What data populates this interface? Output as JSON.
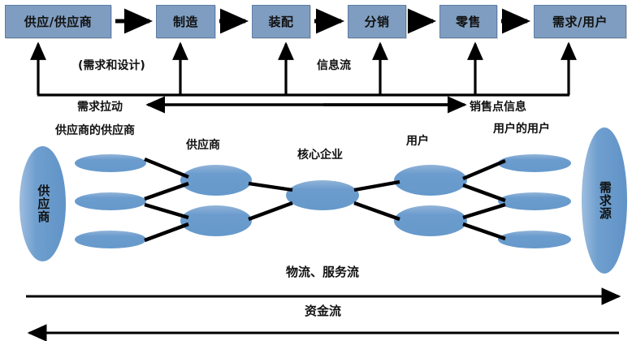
{
  "diagram": {
    "title": "supply-chain-flow-diagram",
    "colors": {
      "box_fill": "#7f9dc0",
      "box_border": "#5d7ea8",
      "ellipse_fill": "#6699cb",
      "line": "#000000",
      "background": "#ffffff"
    }
  },
  "process_chain": {
    "boxes": [
      {
        "label": "供应/供应商"
      },
      {
        "label": "制造"
      },
      {
        "label": "装配"
      },
      {
        "label": "分销"
      },
      {
        "label": "零售"
      },
      {
        "label": "需求/用户"
      }
    ]
  },
  "flow_labels": {
    "demand_design": "(需求和设计)",
    "information_flow": "信息流",
    "demand_pull": "需求拉动",
    "pos_information": "销售点信息",
    "logistics_service": "物流、服务流",
    "capital_flow": "资金流"
  },
  "network": {
    "source_node": "供应商",
    "sink_node": "需求源",
    "tier_labels": {
      "suppliers_supplier": "供应商的供应商",
      "supplier": "供应商",
      "core_enterprise": "核心企业",
      "customer": "用户",
      "customers_customer": "用户的用户"
    }
  }
}
